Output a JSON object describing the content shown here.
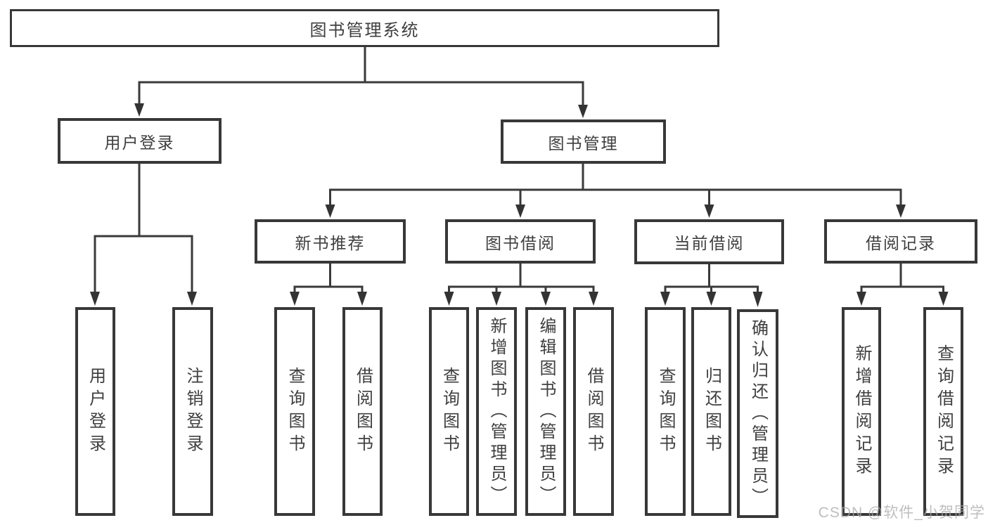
{
  "diagram": {
    "root": "图书管理系统",
    "level2": {
      "user_login": "用户登录",
      "book_management": "图书管理"
    },
    "level3": {
      "new_book_recommend": "新书推荐",
      "book_borrow": "图书借阅",
      "current_borrow": "当前借阅",
      "borrow_records": "借阅记录"
    },
    "leaves": {
      "user_login": [
        "用户登录",
        "注销登录"
      ],
      "new_book_recommend": [
        "查询图书",
        "借阅图书"
      ],
      "book_borrow": [
        "查询图书",
        "新增图书（管理员）",
        "编辑图书（管理员）",
        "借阅图书"
      ],
      "current_borrow": [
        "查询图书",
        "归还图书",
        "确认归还（管理员）"
      ],
      "borrow_records": [
        "新增借阅记录",
        "查询借阅记录"
      ]
    },
    "watermark": "CSDN @软件_小贺同学",
    "colors": {
      "line": "#3a3a3a",
      "border": "#383838",
      "text": "#3f3f3f",
      "watermark": "#a9a9a9",
      "background": "#ffffff"
    }
  }
}
